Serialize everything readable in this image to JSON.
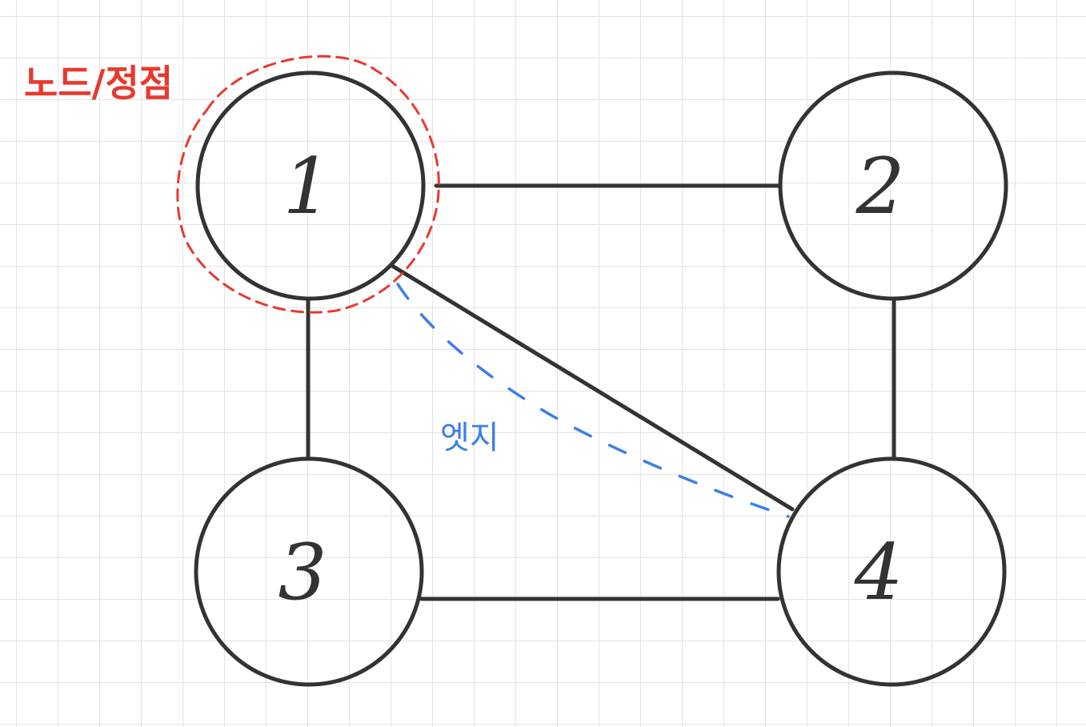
{
  "nodes": [
    {
      "id": "1",
      "label": "1"
    },
    {
      "id": "2",
      "label": "2"
    },
    {
      "id": "3",
      "label": "3"
    },
    {
      "id": "4",
      "label": "4"
    }
  ],
  "edges": [
    {
      "from": "1",
      "to": "2"
    },
    {
      "from": "1",
      "to": "3"
    },
    {
      "from": "1",
      "to": "4"
    },
    {
      "from": "2",
      "to": "4"
    },
    {
      "from": "3",
      "to": "4"
    }
  ],
  "annotations": {
    "node_label": "노드/정점",
    "edge_label": "엣지"
  },
  "colors": {
    "ink": "#333333",
    "node_highlight": "#e8392f",
    "edge_highlight": "#3b7fe6",
    "grid": "#e3e3e3"
  }
}
